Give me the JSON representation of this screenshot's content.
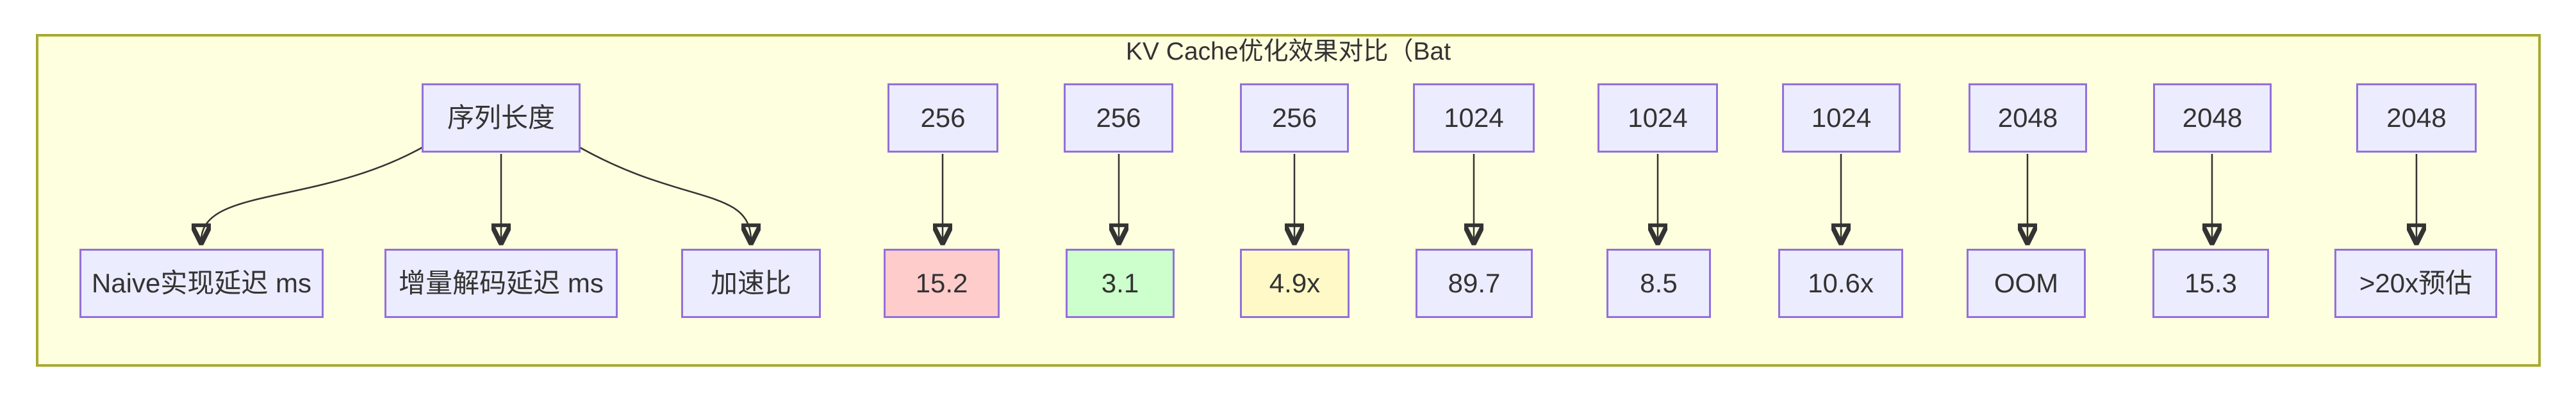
{
  "diagram": {
    "type": "flowchart",
    "title": "KV Cache优化效果对比（Bat",
    "colors": {
      "page_bg": "#ffffff",
      "subgraph_bg": "#feffde",
      "subgraph_border": "#a8aa33",
      "node_fill": "#ececff",
      "node_border": "#9370db",
      "fill_red": "#ffcccc",
      "fill_green": "#ccffcc",
      "fill_yellow": "#fff9c7",
      "edge": "#333333",
      "text": "#333333"
    }
  },
  "root": {
    "label": "序列长度"
  },
  "metrics": [
    {
      "label": "Naive实现延迟 ms"
    },
    {
      "label": "增量解码延迟 ms"
    },
    {
      "label": "加速比"
    }
  ],
  "columns": [
    {
      "seq_len": "256",
      "value": "15.2",
      "highlight": "red"
    },
    {
      "seq_len": "256",
      "value": "3.1",
      "highlight": "green"
    },
    {
      "seq_len": "256",
      "value": "4.9x",
      "highlight": "yellow"
    },
    {
      "seq_len": "1024",
      "value": "89.7",
      "highlight": null
    },
    {
      "seq_len": "1024",
      "value": "8.5",
      "highlight": null
    },
    {
      "seq_len": "1024",
      "value": "10.6x",
      "highlight": null
    },
    {
      "seq_len": "2048",
      "value": "OOM",
      "highlight": null
    },
    {
      "seq_len": "2048",
      "value": "15.3",
      "highlight": null
    },
    {
      "seq_len": "2048",
      "value": ">20x预估",
      "highlight": null
    }
  ]
}
